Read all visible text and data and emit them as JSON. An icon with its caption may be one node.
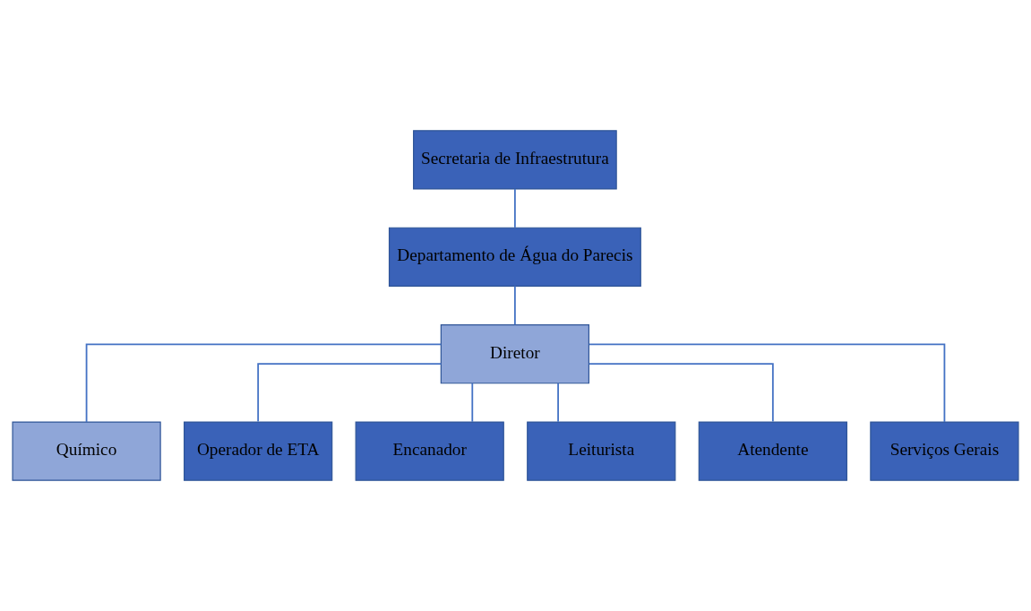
{
  "diagram": {
    "nodes": [
      {
        "text": [
          "Secretaria de Infraestrutura"
        ]
      },
      {
        "text": [
          "Departamento de Água do Parecis"
        ]
      },
      {
        "text": [
          "Diretor"
        ]
      },
      {
        "text": [
          "Químico"
        ]
      },
      {
        "text": [
          "Operador de ETA"
        ]
      },
      {
        "text": [
          "Encanador"
        ]
      },
      {
        "text": [
          "Leiturista"
        ]
      },
      {
        "text": [
          "Atendente"
        ]
      },
      {
        "text": [
          "Serviços Gerais"
        ]
      }
    ],
    "edges": [
      {
        "from": 0,
        "to": 1,
        "arrow": "none"
      },
      {
        "from": 1,
        "to": 2,
        "arrow": "none"
      },
      {
        "from": 2,
        "to": 3,
        "arrow": "none"
      },
      {
        "from": 2,
        "to": 4,
        "arrow": "none"
      },
      {
        "from": 2,
        "to": 5,
        "arrow": "none"
      },
      {
        "from": 2,
        "to": 6,
        "arrow": "none"
      },
      {
        "from": 2,
        "to": 7,
        "arrow": "none"
      },
      {
        "from": 2,
        "to": 8,
        "arrow": "none"
      }
    ]
  }
}
